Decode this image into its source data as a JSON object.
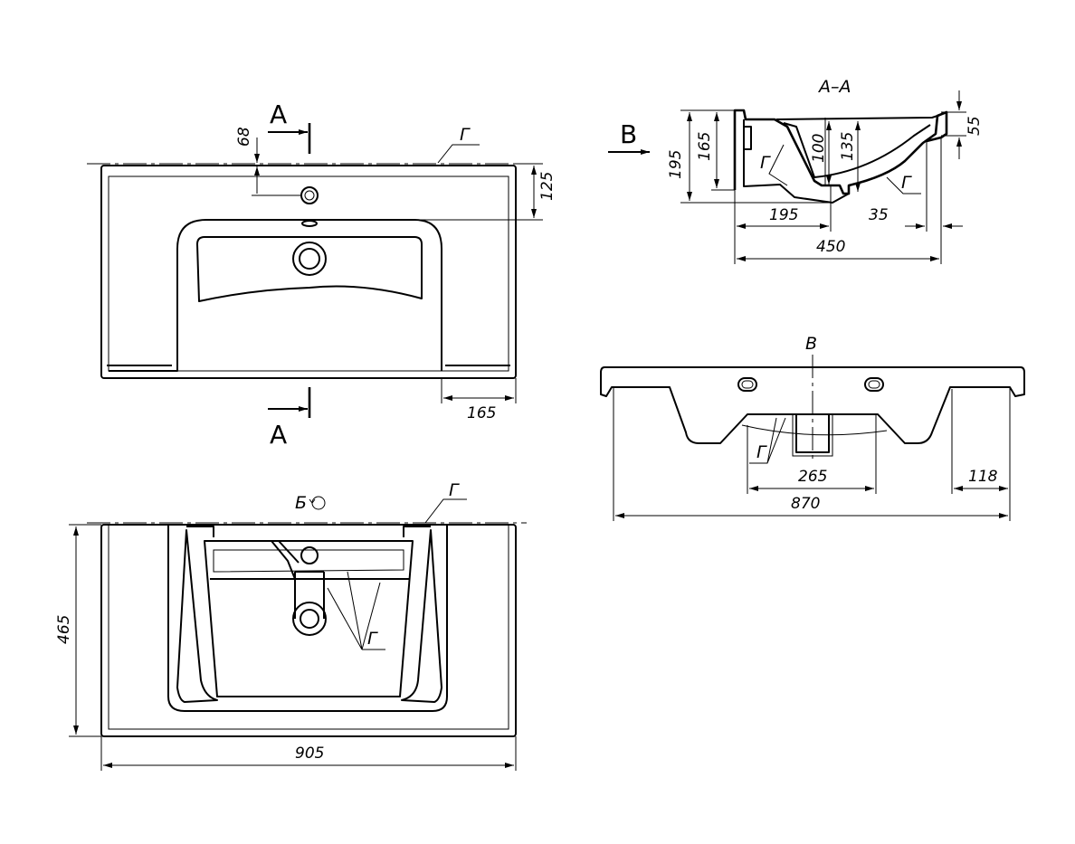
{
  "view_top": {
    "section_mark": "A",
    "dim_faucet_offset": "68",
    "dim_deck_depth": "125",
    "dim_side_shelf": "165",
    "leader_label": "Г"
  },
  "view_section": {
    "title": "А–А",
    "view_arrow": "В",
    "dim_total_height": "195",
    "dim_body_height": "165",
    "dim_bowl_depth_100": "100",
    "dim_bowl_depth_135": "135",
    "dim_rim_55": "55",
    "dim_drain_195": "195",
    "dim_overhang_35": "35",
    "dim_depth_450": "450",
    "leader_label_1": "Г",
    "leader_label_2": "Г"
  },
  "view_front": {
    "title": "В",
    "dim_drain_265": "265",
    "dim_width_870": "870",
    "dim_side_118": "118",
    "leader_label": "Г"
  },
  "view_bottom": {
    "title": "Б",
    "leader_label_top": "Г",
    "leader_label_bowl": "Г",
    "dim_depth_465": "465",
    "dim_width_905": "905"
  }
}
